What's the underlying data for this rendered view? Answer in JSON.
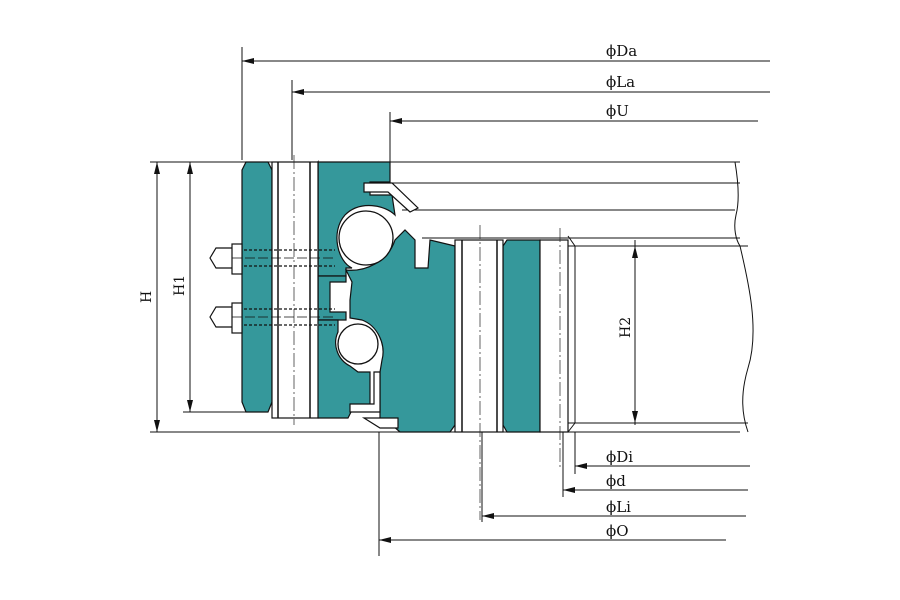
{
  "drawing": {
    "type": "double-row ball slewing bearing, external gear cross-section",
    "colors": {
      "section_fill": "#35989B",
      "line": "#111111",
      "background": "#ffffff"
    },
    "dimension_labels": {
      "Da": "ϕDa",
      "La": "ϕLa",
      "U": "ϕU",
      "Di": "ϕDi",
      "d": "ϕd",
      "Li": "ϕLi",
      "O": "ϕO",
      "H": "H",
      "H1": "H1",
      "H2": "H2"
    }
  }
}
